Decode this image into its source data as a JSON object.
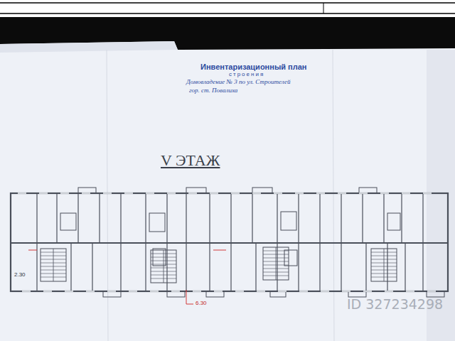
{
  "diagram": {
    "title": "V ЭТАЖ",
    "labels": [
      "Инвентаризационный план",
      "строения",
      "Домовладение № 3 по ул. Строителей",
      "гор. ст. Повалиха",
      "6.30",
      "2.30",
      "ID 327234298"
    ]
  }
}
